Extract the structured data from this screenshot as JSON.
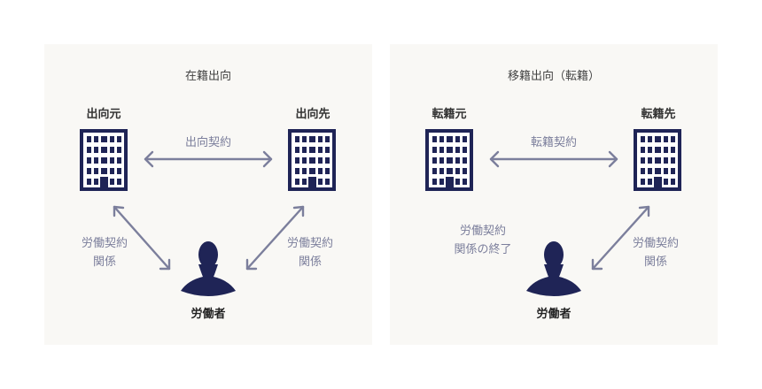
{
  "colors": {
    "navy": "#1f2456",
    "arrow": "#7c7f9c",
    "panel_bg": "#f9f8f5"
  },
  "panels": [
    {
      "title": "在籍出向",
      "source": "出向元",
      "target": "出向先",
      "contract": "出向契約",
      "left_rel": [
        "労働契約",
        "関係"
      ],
      "right_rel": [
        "労働契約",
        "関係"
      ],
      "worker": "労働者",
      "left_arrow": true
    },
    {
      "title": "移籍出向（転籍）",
      "source": "転籍元",
      "target": "転籍先",
      "contract": "転籍契約",
      "left_rel": [
        "労働契約",
        "関係の終了"
      ],
      "right_rel": [
        "労働契約",
        "関係"
      ],
      "worker": "労働者",
      "left_arrow": false
    }
  ]
}
